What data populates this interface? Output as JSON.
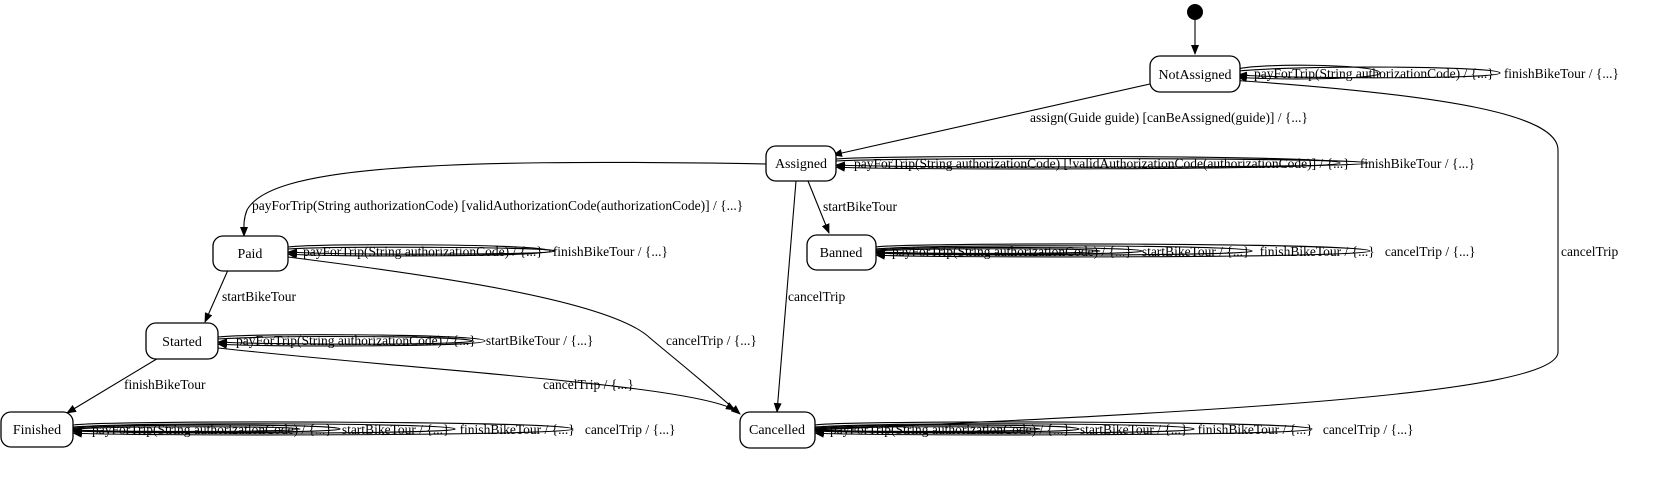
{
  "diagram": {
    "states": {
      "not_assigned": "NotAssigned",
      "assigned": "Assigned",
      "paid": "Paid",
      "banned": "Banned",
      "started": "Started",
      "finished": "Finished",
      "cancelled": "Cancelled"
    },
    "transitions": {
      "assign": "assign(Guide guide) [canBeAssigned(guide)] / {...}",
      "pay_valid": "payForTrip(String authorizationCode) [validAuthorizationCode(authorizationCode)] / {...}",
      "start_bike_tour": "startBikeTour",
      "finish_bike_tour": "finishBikeTour",
      "cancel_trip": "cancelTrip",
      "cancel_trip_action": "cancelTrip / {...}"
    },
    "self_loops": {
      "not_assigned": "payForTrip(String authorizationCode) / {...}   finishBikeTour / {...}",
      "assigned": "payForTrip(String authorizationCode) [!validAuthorizationCode(authorizationCode)] / {...}   finishBikeTour / {...}",
      "paid": "payForTrip(String authorizationCode) / {...}   finishBikeTour / {...}",
      "banned": "payForTrip(String authorizationCode) / {...}   startBikeTour / {...}   finishBikeTour / {...}   cancelTrip / {...}",
      "started": "payForTrip(String authorizationCode) / {...}   startBikeTour / {...}",
      "finished": "payForTrip(String authorizationCode) / {...}   startBikeTour / {...}   finishBikeTour / {...}   cancelTrip / {...}",
      "cancelled": "payForTrip(String authorizationCode) / {...}   startBikeTour / {...}   finishBikeTour / {...}   cancelTrip / {...}"
    }
  }
}
